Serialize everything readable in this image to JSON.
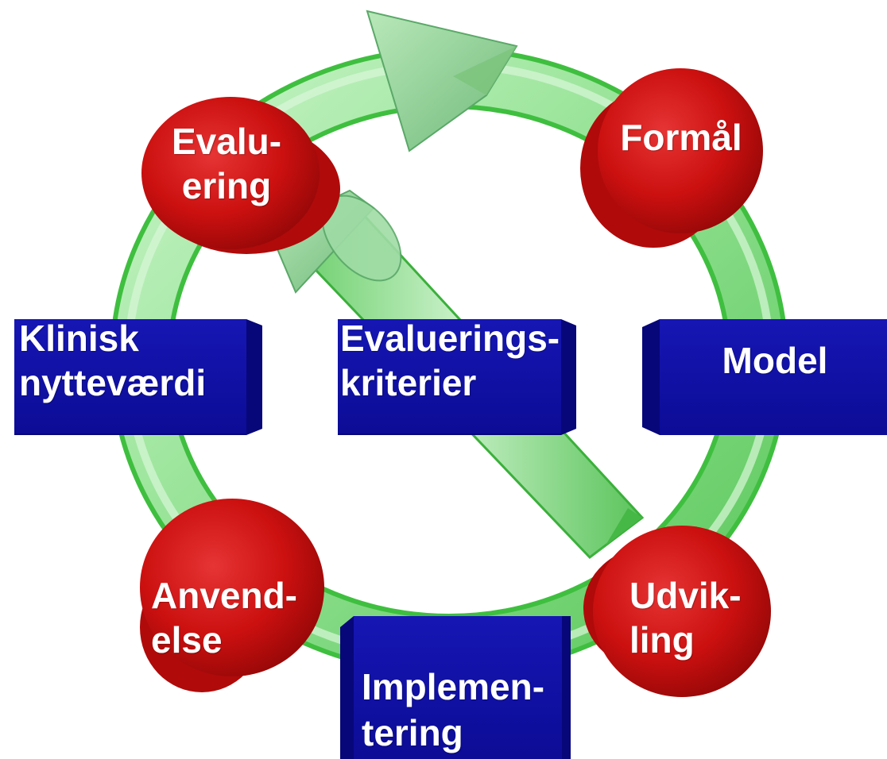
{
  "colors": {
    "node_red": "#d01010",
    "box_blue": "#1010a8",
    "arrow_green": "#8ee08e",
    "background": "#ffffff"
  },
  "nodes": {
    "evaluering": [
      "Evalu-",
      "ering"
    ],
    "formaal": [
      "Formål"
    ],
    "anvendelse": [
      "Anvend-",
      "else"
    ],
    "udvikling": [
      "Udvik-",
      "ling"
    ]
  },
  "boxes": {
    "klinisk": [
      "Klinisk",
      "nytteværdi"
    ],
    "kriterier": [
      "Evaluerings-",
      "kriterier"
    ],
    "model": [
      "Model"
    ],
    "implementering": [
      "Implemen-",
      "tering"
    ]
  }
}
